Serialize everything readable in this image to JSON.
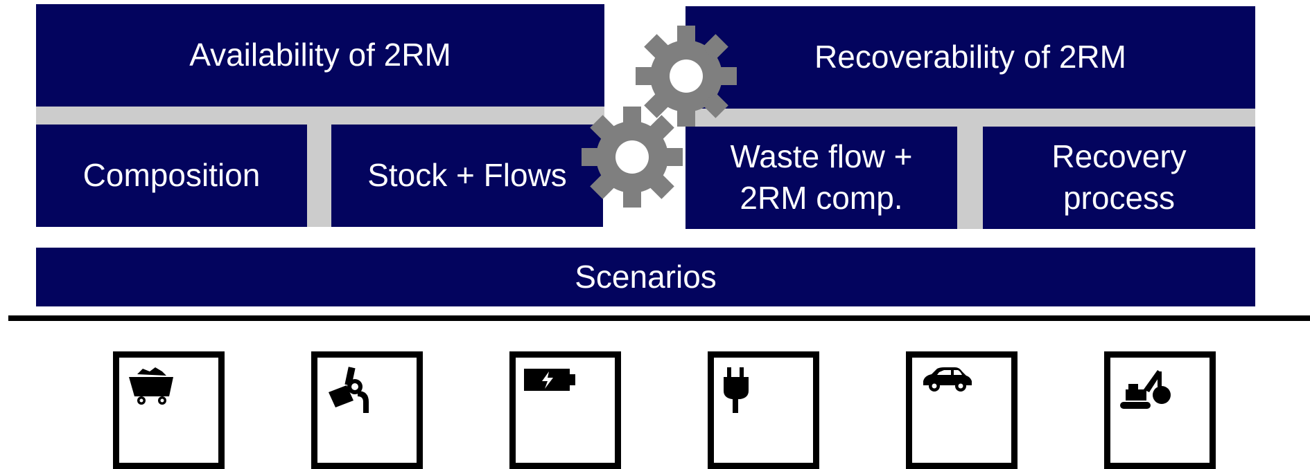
{
  "availability": {
    "title": "Availability of 2RM",
    "composition": "Composition",
    "stock_flows": "Stock + Flows"
  },
  "recoverability": {
    "title": "Recoverability of 2RM",
    "waste_flow": "Waste flow +\n2RM comp.",
    "recovery_process": "Recovery\nprocess"
  },
  "scenarios": {
    "label": "Scenarios"
  },
  "colors": {
    "box_fill": "#03045e",
    "connector": "#cccccc",
    "gear": "#7f7f7f"
  },
  "sector_icons": [
    "mine-cart-icon",
    "ladle-pour-icon",
    "battery-icon",
    "plug-icon",
    "car-icon",
    "excavator-icon"
  ]
}
